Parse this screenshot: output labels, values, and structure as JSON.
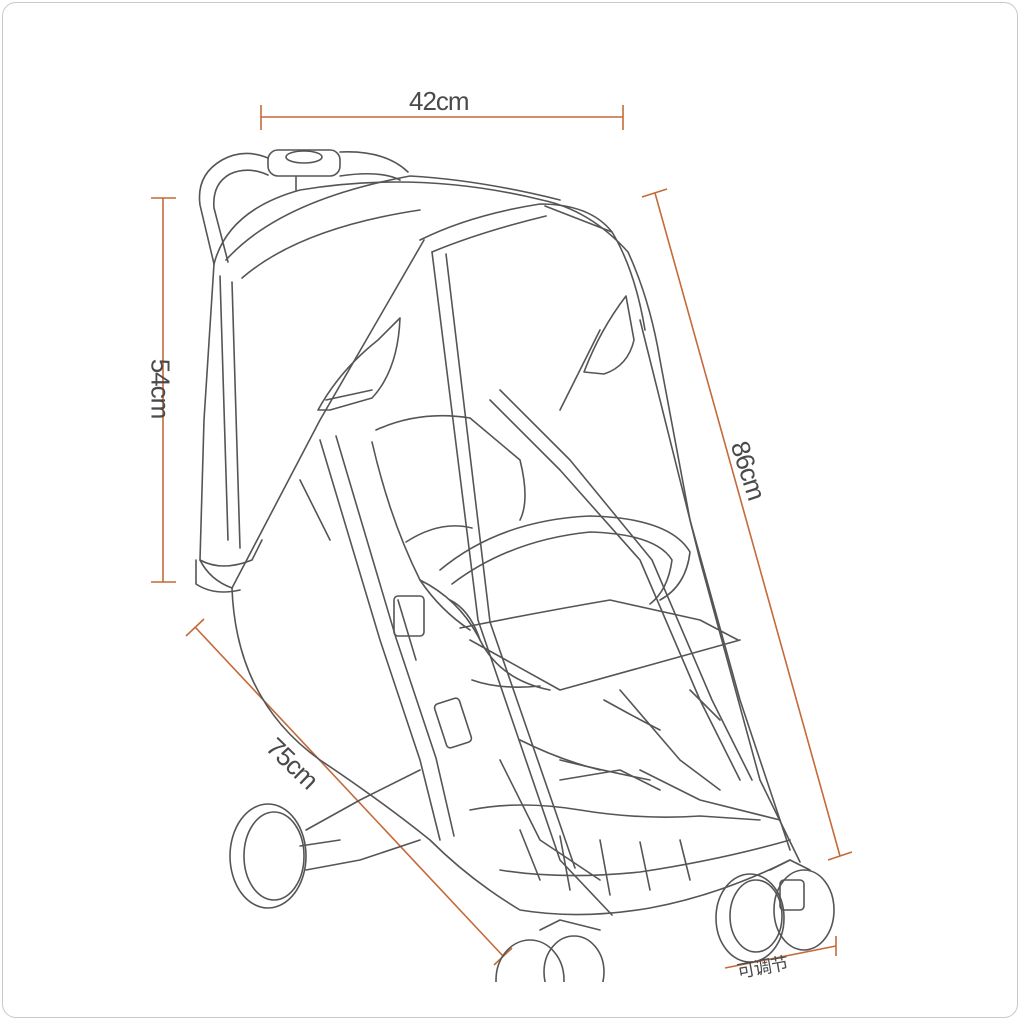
{
  "dimensions": {
    "width_top": "42cm",
    "height_left": "54cm",
    "length_right": "86cm",
    "depth_diagonal": "75cm"
  },
  "annotation_partial": "可调节",
  "colors": {
    "dimension_line": "#c46a3a",
    "stroke": "#555555",
    "label": "#4a4a4a",
    "border": "#c9c9c9"
  }
}
